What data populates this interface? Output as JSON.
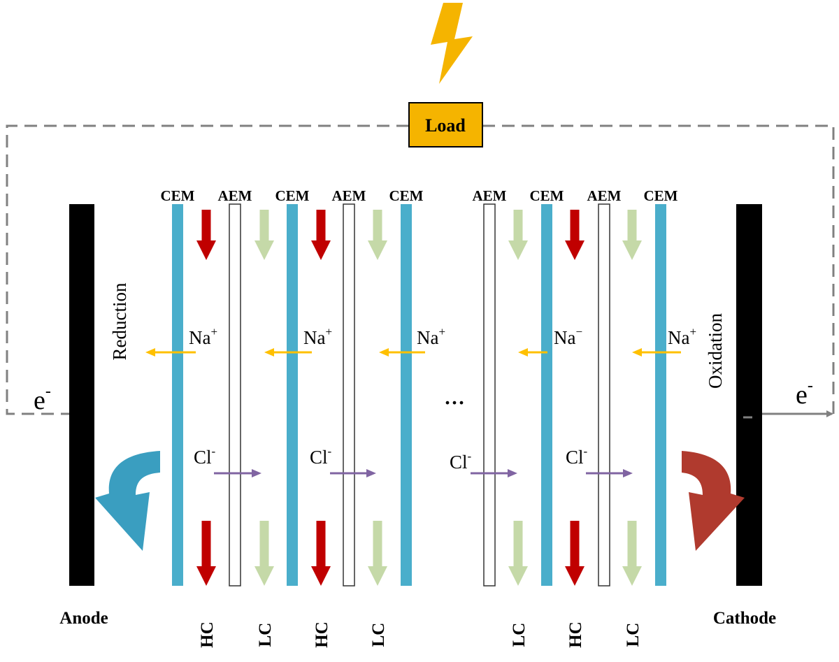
{
  "load": {
    "label": "Load",
    "icon": "lightning-bolt-icon",
    "color": "#f5b400"
  },
  "electrodes": {
    "anode": {
      "label": "Anode",
      "process": "Reduction"
    },
    "cathode": {
      "label": "Cathode",
      "process": "Oxidation"
    }
  },
  "electron": {
    "symbol": "e",
    "charge": "-"
  },
  "membranes": [
    {
      "type": "CEM"
    },
    {
      "type": "AEM"
    },
    {
      "type": "CEM"
    },
    {
      "type": "AEM"
    },
    {
      "type": "CEM"
    },
    {
      "type": "AEM"
    },
    {
      "type": "CEM"
    },
    {
      "type": "AEM"
    },
    {
      "type": "CEM"
    }
  ],
  "ellipsis": "...",
  "cations": [
    {
      "symbol": "Na",
      "charge": "+"
    },
    {
      "symbol": "Na",
      "charge": "+"
    },
    {
      "symbol": "Na",
      "charge": "+"
    },
    {
      "symbol": "Na",
      "charge": "−"
    },
    {
      "symbol": "Na",
      "charge": "+"
    }
  ],
  "anions": [
    {
      "symbol": "Cl",
      "charge": "-"
    },
    {
      "symbol": "Cl",
      "charge": "-"
    },
    {
      "symbol": "Cl",
      "charge": "-"
    },
    {
      "symbol": "Cl",
      "charge": "-"
    }
  ],
  "streams": [
    "HC",
    "LC",
    "HC",
    "LC",
    "LC",
    "HC",
    "LC"
  ],
  "colors": {
    "cem": "#4aaecb",
    "aem_stroke": "#333333",
    "high_concentration": "#c00000",
    "low_concentration": "#c5d9a8",
    "na_arrow": "#ffc000",
    "cl_arrow": "#8064a2",
    "anode_curve": "#3a9ec0",
    "cathode_curve": "#b03a2e",
    "circuit": "#808080",
    "electrode": "#000000"
  }
}
